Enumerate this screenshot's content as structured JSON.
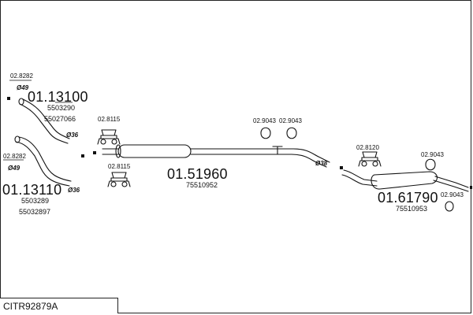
{
  "sheet": {
    "code": "CITR92879A"
  },
  "parts": {
    "front_pipe_upper": {
      "number": "01.13100",
      "refs": [
        "5503290",
        "55027066"
      ],
      "gasket": "02.8282",
      "gasket_size": "Ø49",
      "diameter": "Ø36"
    },
    "front_pipe_lower": {
      "number": "01.13110",
      "refs": [
        "5503289",
        "55032897"
      ],
      "gasket": "02.8282",
      "gasket_size": "Ø49",
      "diameter": "Ø36"
    },
    "middle_silencer": {
      "number": "01.51960",
      "refs": [
        "75510952"
      ],
      "diameter": "Ø38"
    },
    "rear_silencer": {
      "number": "01.61790",
      "refs": [
        "75510953"
      ]
    },
    "mounts": {
      "m1": "02.8115",
      "m2": "02.8115",
      "m3": "02.9043",
      "m4": "02.9043",
      "m5": "02.8120",
      "m6": "02.9043",
      "m7": "02.9043"
    }
  }
}
